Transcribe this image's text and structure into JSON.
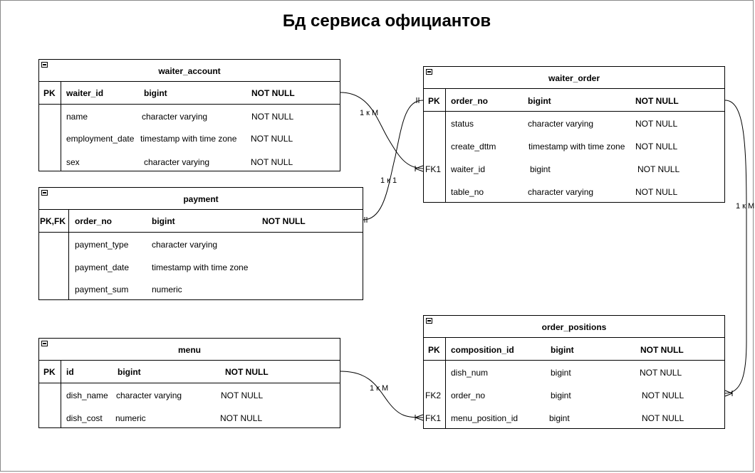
{
  "title": "Бд сервиса официантов",
  "tables": {
    "waiter_account": {
      "name": "waiter_account",
      "pk": {
        "key": "PK",
        "name": "waiter_id",
        "type": "bigint",
        "null": "NOT NULL"
      },
      "rows": [
        {
          "key": "",
          "name": "name",
          "type": "character varying",
          "null": "NOT NULL"
        },
        {
          "key": "",
          "name": "employment_date",
          "type": "timestamp with time zone",
          "null": "NOT NULL"
        },
        {
          "key": "",
          "name": "sex",
          "type": "character varying",
          "null": "NOT NULL"
        }
      ]
    },
    "payment": {
      "name": "payment",
      "pk": {
        "key": "PK,FK",
        "name": "order_no",
        "type": "bigint",
        "null": "NOT NULL"
      },
      "rows": [
        {
          "key": "",
          "name": "payment_type",
          "type": "character varying",
          "null": ""
        },
        {
          "key": "",
          "name": "payment_date",
          "type": "timestamp with time zone",
          "null": ""
        },
        {
          "key": "",
          "name": "payment_sum",
          "type": "numeric",
          "null": ""
        }
      ]
    },
    "menu": {
      "name": "menu",
      "pk": {
        "key": "PK",
        "name": "id",
        "type": "bigint",
        "null": "NOT NULL"
      },
      "rows": [
        {
          "key": "",
          "name": "dish_name",
          "type": "character varying",
          "null": "NOT NULL"
        },
        {
          "key": "",
          "name": "dish_cost",
          "type": "numeric",
          "null": "NOT NULL"
        }
      ]
    },
    "waiter_order": {
      "name": "waiter_order",
      "pk": {
        "key": "PK",
        "name": "order_no",
        "type": "bigint",
        "null": "NOT NULL"
      },
      "rows": [
        {
          "key": "",
          "name": "status",
          "type": "character varying",
          "null": "NOT NULL"
        },
        {
          "key": "",
          "name": "create_dttm",
          "type": "timestamp with time zone",
          "null": "NOT NULL"
        },
        {
          "key": "FK1",
          "name": "waiter_id",
          "type": "bigint",
          "null": "NOT NULL"
        },
        {
          "key": "",
          "name": "table_no",
          "type": "character varying",
          "null": "NOT NULL"
        }
      ]
    },
    "order_positions": {
      "name": "order_positions",
      "pk": {
        "key": "PK",
        "name": "composition_id",
        "type": "bigint",
        "null": "NOT NULL"
      },
      "rows": [
        {
          "key": "",
          "name": "dish_num",
          "type": "bigint",
          "null": "NOT NULL"
        },
        {
          "key": "FK2",
          "name": "order_no",
          "type": "bigint",
          "null": "NOT NULL"
        },
        {
          "key": "FK1",
          "name": "menu_position_id",
          "type": "bigint",
          "null": "NOT NULL"
        }
      ]
    }
  },
  "relations": {
    "account_order": "1 к М",
    "payment_order": "1 к 1",
    "menu_positions": "1 к М",
    "order_positions": "1 к М"
  }
}
